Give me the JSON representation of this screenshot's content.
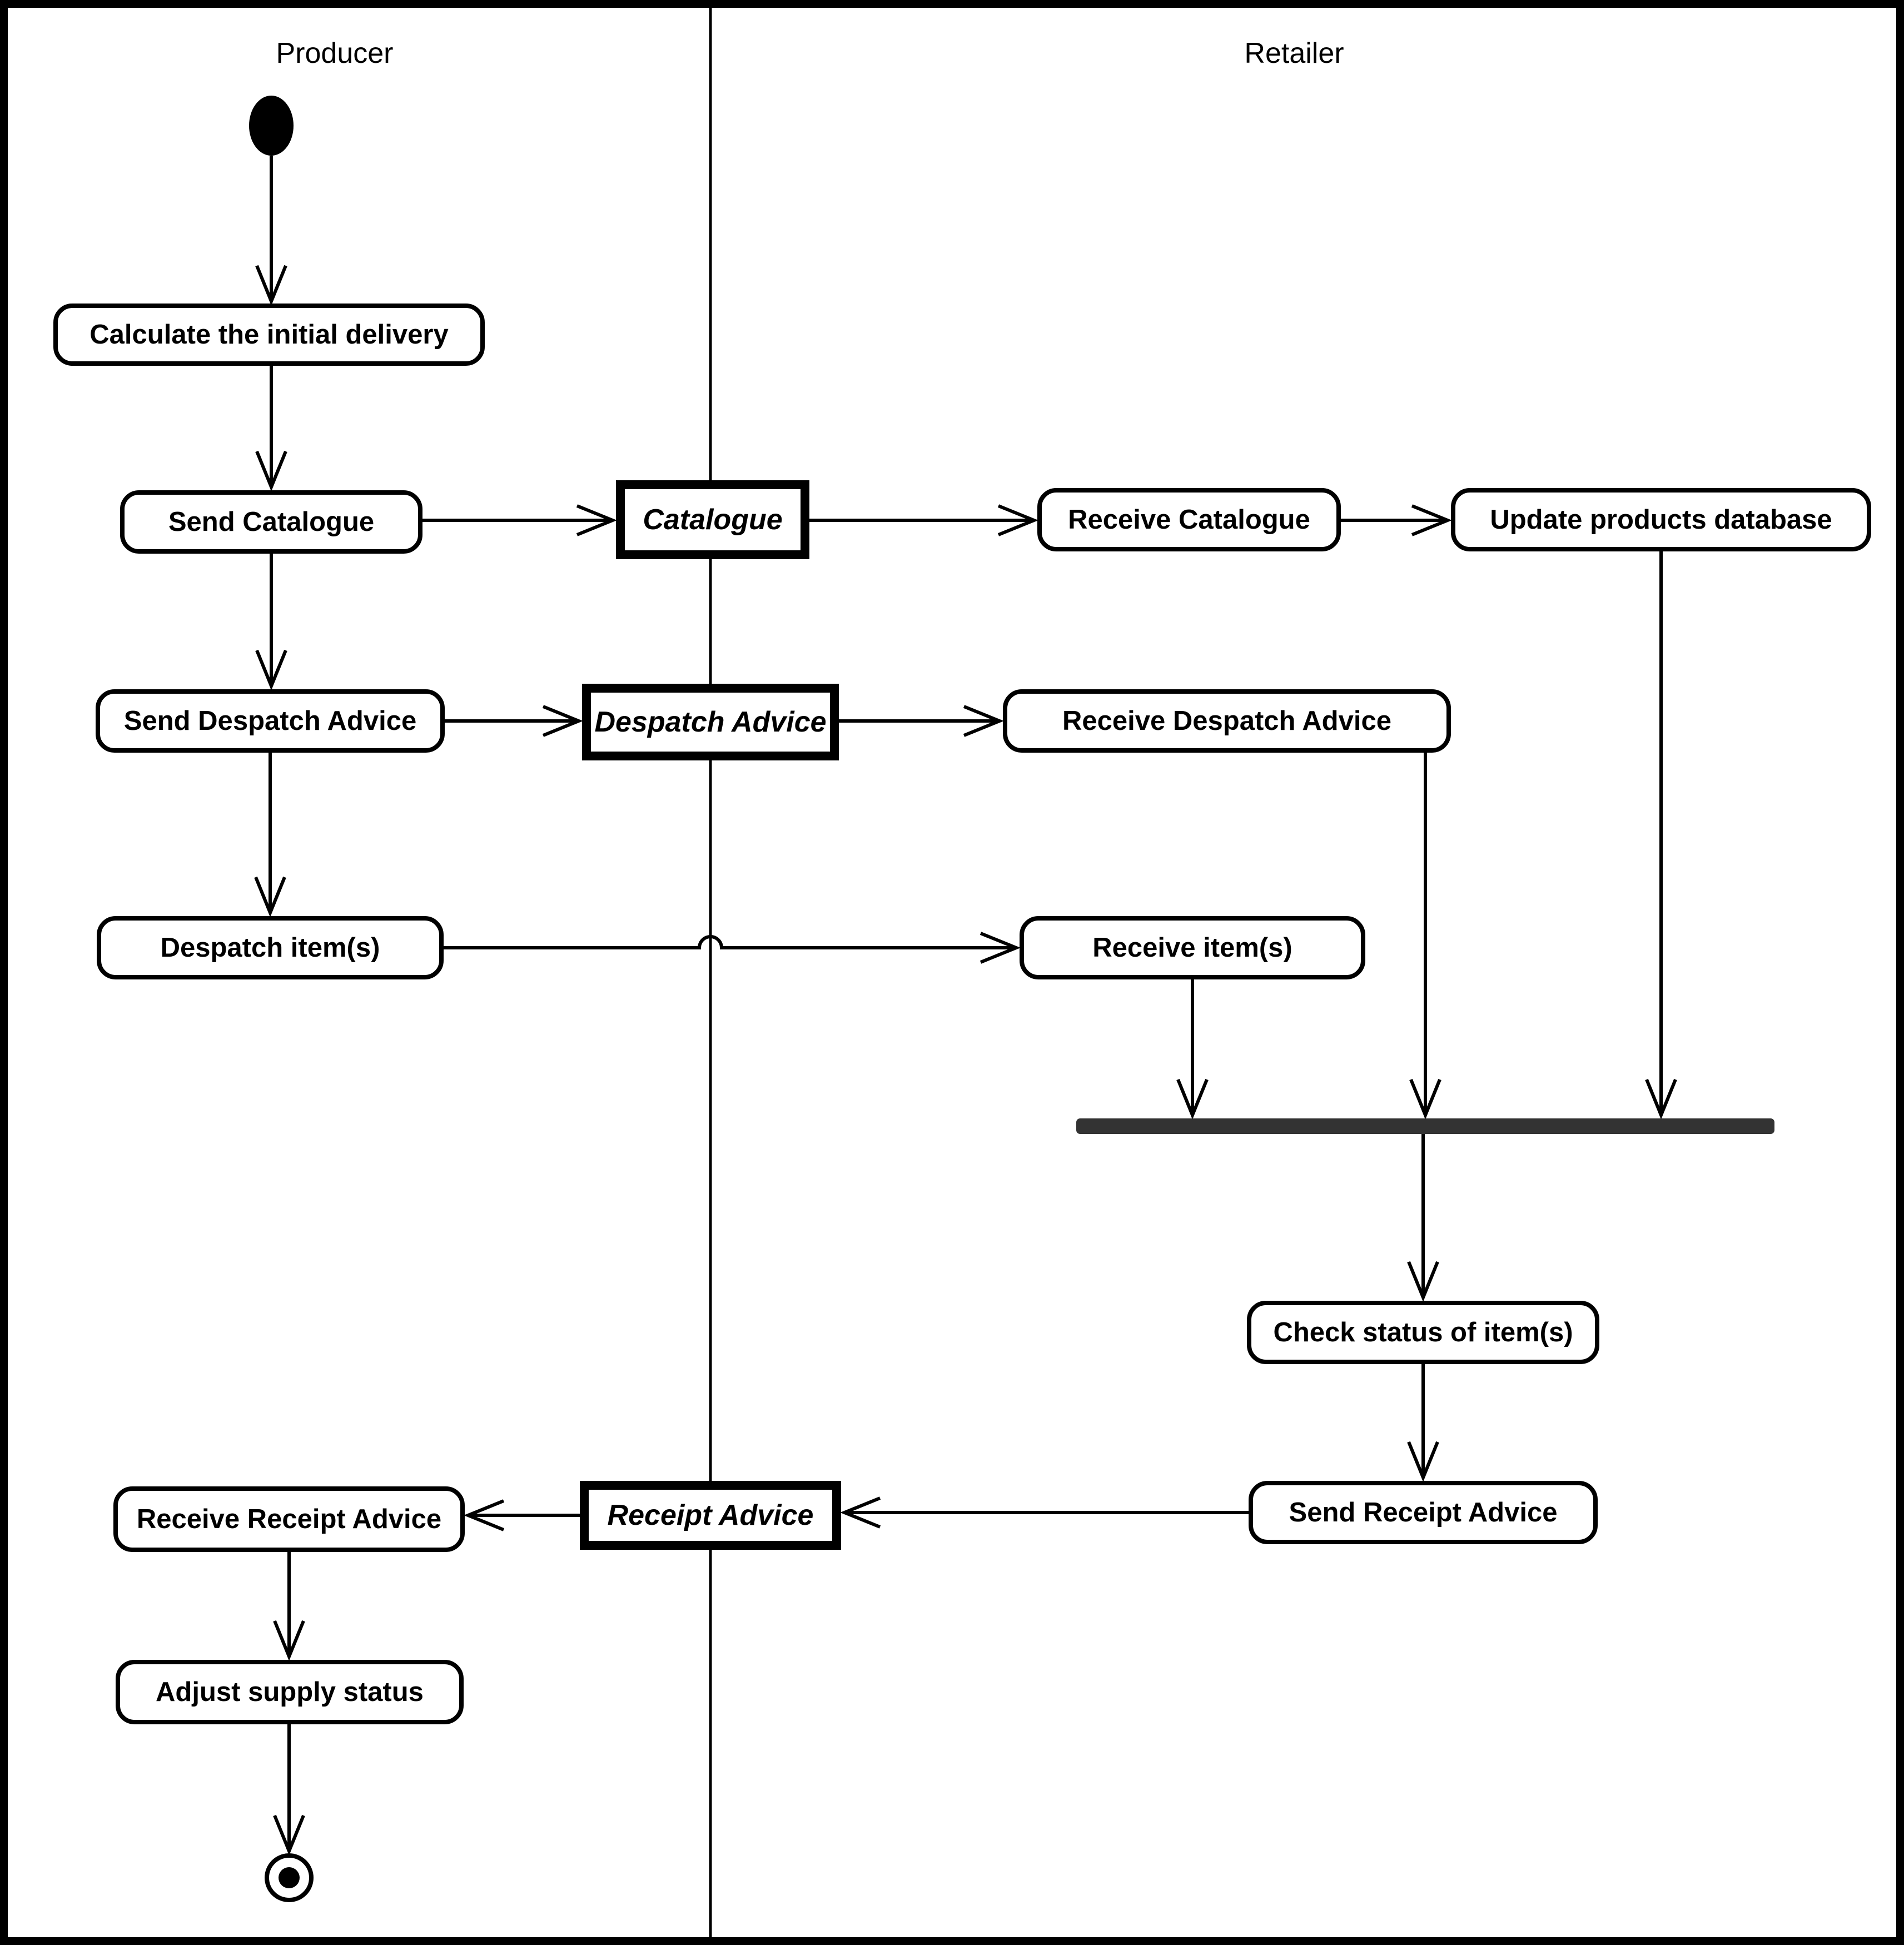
{
  "diagram": {
    "type": "uml-activity-diagram",
    "lanes": [
      {
        "label": "Producer"
      },
      {
        "label": "Retailer"
      }
    ],
    "activities": {
      "calculate": "Calculate the initial delivery",
      "send_catalogue": "Send Catalogue",
      "receive_catalogue": "Receive Catalogue",
      "update_products": "Update products database",
      "send_despatch": "Send Despatch Advice",
      "receive_despatch": "Receive Despatch Advice",
      "despatch_items": "Despatch item(s)",
      "receive_items": "Receive item(s)",
      "check_status": "Check status of item(s)",
      "send_receipt": "Send Receipt Advice",
      "receive_receipt": "Receive Receipt Advice",
      "adjust_supply": "Adjust supply status"
    },
    "objects": {
      "catalogue": "Catalogue",
      "despatch_advice": "Despatch Advice",
      "receipt_advice": "Receipt Advice"
    },
    "symbols": {
      "initial_node": "filled-circle",
      "final_node": "bullseye-circle",
      "join_bar": "synchronization-bar"
    },
    "colors": {
      "line": "#000000",
      "join_bar": "#333333",
      "background": "#ffffff"
    }
  }
}
